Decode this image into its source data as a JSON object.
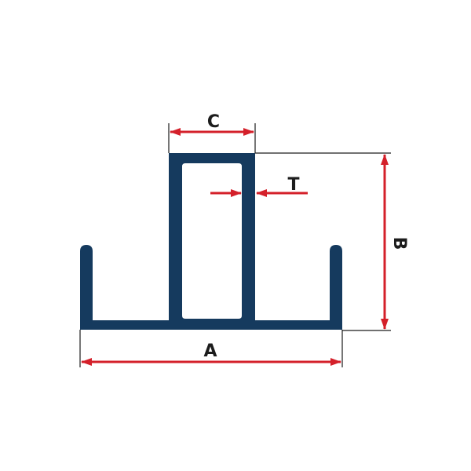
{
  "diagram": {
    "labels": {
      "width": "A",
      "height": "B",
      "tube_width": "C",
      "thickness": "T"
    },
    "colors": {
      "profile": "#153a5e",
      "dimension": "#d4202a",
      "extension_line": "#1c1c1c",
      "background": "#ffffff"
    }
  }
}
